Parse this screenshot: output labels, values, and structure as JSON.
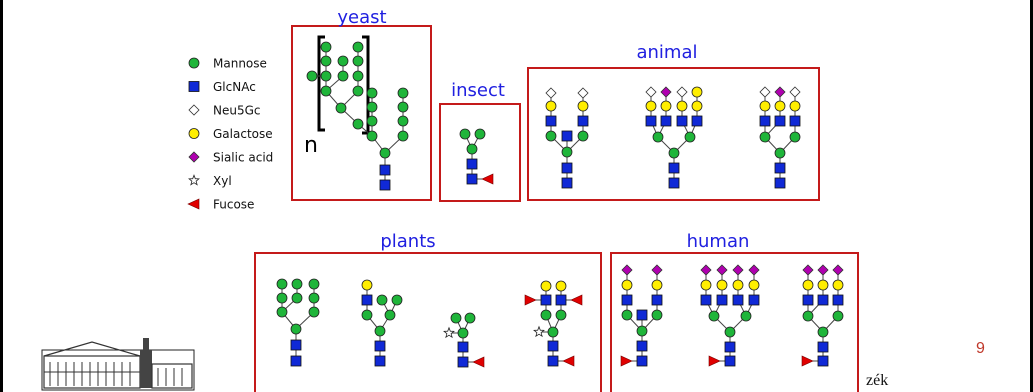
{
  "legend": [
    {
      "label": "Mannose",
      "shape": "circle",
      "color": "#1fb53a"
    },
    {
      "label": "GlcNAc",
      "shape": "square",
      "color": "#1029d6"
    },
    {
      "label": "Neu5Gc",
      "shape": "diamond",
      "color": "#ffffff"
    },
    {
      "label": "Galactose",
      "shape": "circle",
      "color": "#ffee00"
    },
    {
      "label": "Sialic acid",
      "shape": "diamond",
      "color": "#b000b0"
    },
    {
      "label": "Xyl",
      "shape": "star",
      "color": "#ffffff"
    },
    {
      "label": "Fucose",
      "shape": "triangle",
      "color": "#e00000"
    }
  ],
  "groups": {
    "yeast": {
      "title": "yeast",
      "repeat_label": "n"
    },
    "insect": {
      "title": "insect"
    },
    "animal": {
      "title": "animal"
    },
    "plants": {
      "title": "plants"
    },
    "human": {
      "title": "human"
    }
  },
  "colors": {
    "title": "#2020e0",
    "box_border": "#c41a1a",
    "link": "#444444"
  },
  "footer": {
    "page_number": "9",
    "trailing_text": "zék"
  }
}
